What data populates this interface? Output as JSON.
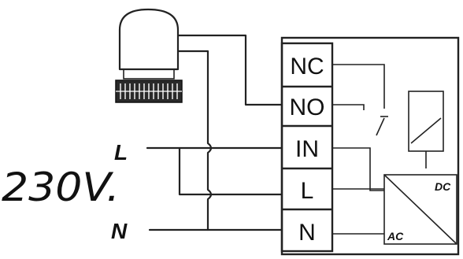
{
  "supply": {
    "line_label": "L",
    "neutral_label": "N",
    "voltage_label": "230V."
  },
  "terminals": [
    {
      "id": "nc",
      "label": "NC"
    },
    {
      "id": "no",
      "label": "NO"
    },
    {
      "id": "in",
      "label": "IN"
    },
    {
      "id": "l",
      "label": "L"
    },
    {
      "id": "n",
      "label": "N"
    }
  ],
  "converter": {
    "dc_label": "DC",
    "ac_label": "AC"
  },
  "icons": {
    "actuator": "thermal-actuator-icon",
    "relay_coil": "relay-coil-icon",
    "relay_switch": "relay-switch-icon",
    "ac_dc_converter": "ac-dc-converter-icon"
  }
}
